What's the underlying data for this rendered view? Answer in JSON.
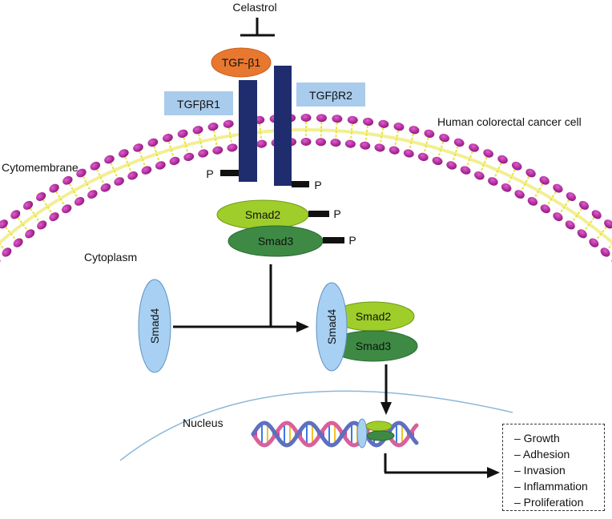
{
  "inhibitor": "Celastrol",
  "ligand": "TGF-β1",
  "receptors": {
    "r1": "TGFβR1",
    "r2": "TGFβR2"
  },
  "compartments": {
    "cell": "Human colorectal cancer cell",
    "membrane": "Cytomembrane",
    "cytoplasm": "Cytoplasm",
    "nucleus": "Nucleus"
  },
  "phosphate": "P",
  "proteins": {
    "smad2": "Smad2",
    "smad3": "Smad3",
    "smad4": "Smad4"
  },
  "outcomes": [
    "– Growth",
    "– Adhesion",
    "– Invasion",
    "– Inflammation",
    "– Proliferation"
  ],
  "colors": {
    "lipid_head": "#b5249b",
    "lipid_tail": "#e8e23a",
    "receptor": "#1f2d6e",
    "ligand": "#e87830",
    "receptor_label_bg": "#a9cbec",
    "smad2": "#9fce2a",
    "smad3": "#3e8a45",
    "smad4": "#a8d0f2",
    "nucleus_line": "#8db8d8"
  }
}
